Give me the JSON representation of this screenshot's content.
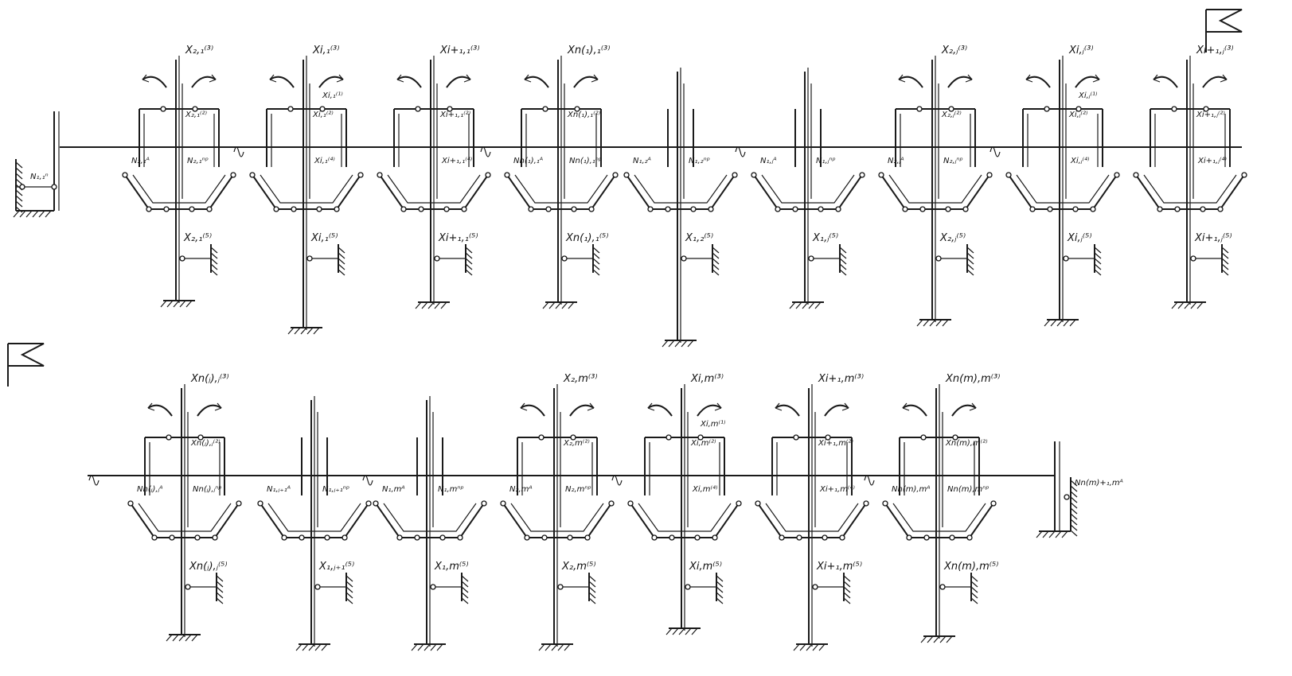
{
  "flags": {
    "top_right": "flag-icon",
    "bottom_left": "flag-icon"
  },
  "row1": {
    "left_support": "N₁,₁ⁿ",
    "units": [
      {
        "top": "X₂,₁⁽³⁾",
        "mid": "X₂,₁⁽²⁾",
        "side": "",
        "nl": "N₂,₁ᴬ",
        "nr": "N₂,₁ⁿᵖ",
        "bot": "X₂,₁⁽⁵⁾"
      },
      {
        "top": "Xi,₁⁽³⁾",
        "mid": "Xi,₁⁽²⁾",
        "side": "Xi,₁⁽¹⁾",
        "nl": "",
        "nr": "Xi,₁⁽⁴⁾",
        "bot": "Xi,₁⁽⁵⁾"
      },
      {
        "top": "Xi+₁,₁⁽³⁾",
        "mid": "Xi+₁,₁⁽²⁾",
        "side": "",
        "nl": "",
        "nr": "Xi+₁,₁⁽⁴⁾",
        "bot": "Xi+₁,₁⁽⁵⁾"
      },
      {
        "top": "Xn(₁),₁⁽³⁾",
        "mid": "Xn(₁),₁⁽²⁾",
        "side": "",
        "nl": "Nn(₁),₁ᴬ",
        "nr": "Nn(₁),₁ⁿᵖ",
        "bot": "Xn(₁),₁⁽⁵⁾"
      },
      {
        "top": "",
        "mid": "",
        "side": "",
        "nl": "N₁,₂ᴬ",
        "nr": "N₁,₂ⁿᵖ",
        "bot": "X₁,₂⁽⁵⁾"
      },
      {
        "top": "",
        "mid": "",
        "side": "",
        "nl": "N₁,ⱼᴬ",
        "nr": "N₁,ⱼⁿᵖ",
        "bot": "X₁,ⱼ⁽⁵⁾"
      },
      {
        "top": "X₂,ⱼ⁽³⁾",
        "mid": "X₂,ⱼ⁽²⁾",
        "side": "",
        "nl": "N₂,ⱼᴬ",
        "nr": "N₂,ⱼⁿᵖ",
        "bot": "X₂,ⱼ⁽⁵⁾"
      },
      {
        "top": "Xi,ⱼ⁽³⁾",
        "mid": "Xi,ⱼ⁽²⁾",
        "side": "Xi,ⱼ⁽¹⁾",
        "nl": "",
        "nr": "Xi,ⱼ⁽⁴⁾",
        "bot": "Xi,ⱼ⁽⁵⁾"
      },
      {
        "top": "Xi+₁,ⱼ⁽³⁾",
        "mid": "Xi+₁,ⱼ⁽²⁾",
        "side": "",
        "nl": "",
        "nr": "Xi+₁,ⱼ⁽⁴⁾",
        "bot": "Xi+₁,ⱼ⁽⁵⁾"
      }
    ]
  },
  "row2": {
    "right_support": "Nn(m)+₁,mᴬ",
    "units": [
      {
        "top": "Xn(ⱼ),ⱼ⁽³⁾",
        "mid": "Xn(ⱼ),ⱼ⁽²⁾",
        "side": "",
        "nl": "Nn(ⱼ),ⱼᴬ",
        "nr": "Nn(ⱼ),ⱼⁿᵖ",
        "bot": "Xn(ⱼ),ⱼ⁽⁵⁾"
      },
      {
        "top": "",
        "mid": "",
        "side": "",
        "nl": "N₁,ⱼ₊₁ᴬ",
        "nr": "N₁,ⱼ₊₁ⁿᵖ",
        "bot": "X₁,ⱼ₊₁⁽⁵⁾"
      },
      {
        "top": "",
        "mid": "",
        "side": "",
        "nl": "N₁,mᴬ",
        "nr": "N₁,mⁿᵖ",
        "bot": "X₁,m⁽⁵⁾"
      },
      {
        "top": "X₂,m⁽³⁾",
        "mid": "X₂,m⁽²⁾",
        "side": "",
        "nl": "N₂,mᴬ",
        "nr": "N₂,mⁿᵖ",
        "bot": "X₂,m⁽⁵⁾"
      },
      {
        "top": "Xi,m⁽³⁾",
        "mid": "Xi,m⁽²⁾",
        "side": "Xi,m⁽¹⁾",
        "nl": "",
        "nr": "Xi,m⁽⁴⁾",
        "bot": "Xi,m⁽⁵⁾"
      },
      {
        "top": "Xi+₁,m⁽³⁾",
        "mid": "Xi+₁,m⁽²⁾",
        "side": "",
        "nl": "",
        "nr": "Xi+₁,m⁽⁴⁾",
        "bot": "Xi+₁,m⁽⁵⁾"
      },
      {
        "top": "Xn(m),m⁽³⁾",
        "mid": "Xn(m),m⁽²⁾",
        "side": "",
        "nl": "Nn(m),mᴬ",
        "nr": "Nn(m),mⁿᵖ",
        "bot": "Xn(m),m⁽⁵⁾"
      }
    ]
  }
}
